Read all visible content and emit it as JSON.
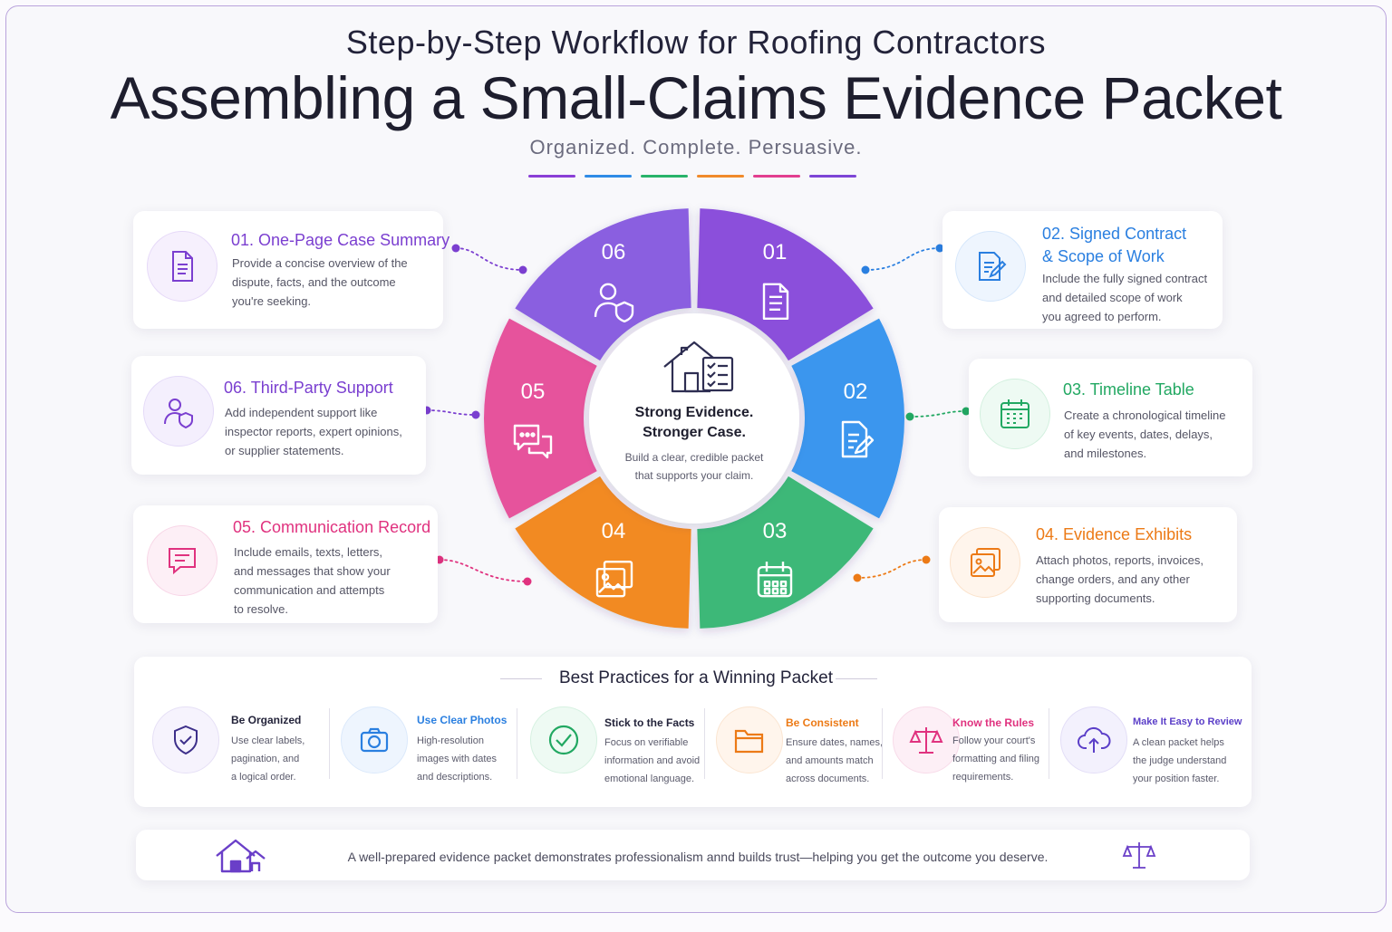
{
  "header": {
    "subtitle": "Step-by-Step Workflow for Roofing Contractors",
    "title": "Assembling a Small-Claims Evidence Packet",
    "tagline": "Organized. Complete. Persuasive.",
    "bar_colors": [
      "#8a3fd6",
      "#2f8be6",
      "#28b36a",
      "#f08a2a",
      "#e23f8f",
      "#7d46d6"
    ]
  },
  "center": {
    "title_line1": "Strong Evidence.",
    "title_line2": "Stronger Case.",
    "body": "Build a clear, credible packet that supports your claim."
  },
  "wheel": {
    "segments": [
      {
        "num": "01",
        "color": "#8b4fdb",
        "icon": "document-icon"
      },
      {
        "num": "02",
        "color": "#3a96ee",
        "icon": "signed-contract-icon"
      },
      {
        "num": "03",
        "color": "#3cb878",
        "icon": "calendar-icon"
      },
      {
        "num": "04",
        "color": "#f28a22",
        "icon": "photos-icon"
      },
      {
        "num": "05",
        "color": "#e6529c",
        "icon": "chat-bubbles-icon"
      },
      {
        "num": "06",
        "color": "#8a5fe0",
        "icon": "user-shield-icon"
      }
    ]
  },
  "steps": [
    {
      "title": "01. One-Page Case Summary",
      "body": [
        "Provide a concise overview of the",
        "dispute, facts, and the outcome",
        "you're seeking."
      ],
      "color": "#7b3fd0",
      "icon": "document-icon"
    },
    {
      "title_line1": "02. Signed Contract",
      "title_line2": "& Scope of Work",
      "body": [
        "Include the fully signed contract",
        "and detailed scope of work",
        "you agreed to perform."
      ],
      "color": "#2a7fe0",
      "icon": "signed-contract-icon"
    },
    {
      "title": "03. Timeline Table",
      "body": [
        "Create a chronological timeline",
        "of key events, dates, delays,",
        "and milestones."
      ],
      "color": "#22a862",
      "icon": "calendar-icon"
    },
    {
      "title": "04. Evidence Exhibits",
      "body": [
        "Attach photos, reports, invoices,",
        "change orders, and any other",
        "supporting documents."
      ],
      "color": "#ec7a16",
      "icon": "photos-icon"
    },
    {
      "title": "05. Communication Record",
      "body": [
        "Include emails, texts, letters,",
        "and messages that show your",
        "communication and attempts",
        "to resolve."
      ],
      "color": "#e0327f",
      "icon": "chat-icon"
    },
    {
      "title": "06. Third-Party Support",
      "body": [
        "Add independent support like",
        "inspector reports, expert opinions,",
        "or supplier statements."
      ],
      "color": "#7a3fd0",
      "icon": "user-shield-icon"
    }
  ],
  "best_practices": {
    "title": "Best Practices for a Winning Packet",
    "items": [
      {
        "head": "Be Organized",
        "text": [
          "Use clear labels,",
          "pagination, and",
          "a logical order."
        ],
        "color": "#23233a",
        "icon": "shield-check-icon"
      },
      {
        "head": "Use Clear Photos",
        "text": [
          "High-resolution",
          "images with dates",
          "and descriptions."
        ],
        "color": "#2a7fe0",
        "icon": "camera-icon"
      },
      {
        "head": "Stick to the Facts",
        "text": [
          "Focus on verifiable",
          "information and avoid",
          "emotional language."
        ],
        "color": "#23233a",
        "icon": "check-circle-icon"
      },
      {
        "head": "Be Consistent",
        "text": [
          "Ensure dates, names,",
          "and amounts match",
          "across documents."
        ],
        "color": "#ec7a16",
        "icon": "folder-icon"
      },
      {
        "head": "Know the Rules",
        "text": [
          "Follow your court's",
          "formatting and filing",
          "requirements."
        ],
        "color": "#e0327f",
        "icon": "scales-icon"
      },
      {
        "head": "Make It Easy to Review",
        "text": [
          "A clean packet helps",
          "the judge understand",
          "your position faster."
        ],
        "color": "#5b3fc8",
        "icon": "cloud-upload-icon"
      }
    ]
  },
  "footer": {
    "text": "A well-prepared evidence packet demonstrates professionalism annd builds trust—helping you get the outcome you deserve."
  }
}
